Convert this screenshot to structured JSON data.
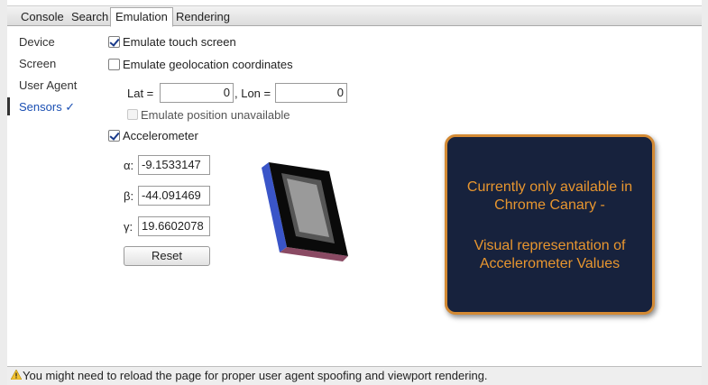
{
  "tabs": [
    {
      "label": "Console"
    },
    {
      "label": "Search"
    },
    {
      "label": "Emulation"
    },
    {
      "label": "Rendering"
    }
  ],
  "sidebar": {
    "items": [
      {
        "label": "Device"
      },
      {
        "label": "Screen"
      },
      {
        "label": "User Agent"
      },
      {
        "label": "Sensors ✓"
      }
    ],
    "selected": "Sensors ✓"
  },
  "sensors": {
    "touch": {
      "label": "Emulate touch screen",
      "checked": true
    },
    "geo": {
      "label": "Emulate geolocation coordinates",
      "checked": false,
      "lat_label": "Lat =",
      "lat_value": "0",
      "lon_label": ", Lon =",
      "lon_value": "0",
      "unavailable_label": "Emulate position unavailable",
      "unavailable_checked": false
    },
    "accelerometer": {
      "label": "Accelerometer",
      "checked": true,
      "alpha_label": "α:",
      "alpha_value": "-9.1533147",
      "beta_label": "β:",
      "beta_value": "-44.091469",
      "gamma_label": "γ:",
      "gamma_value": "19.6602078",
      "reset_label": "Reset"
    }
  },
  "callout": {
    "line1": "Currently only available in Chrome Canary -",
    "line2": "Visual representation of Accelerometer Values"
  },
  "status": {
    "text": "You might need to reload the page for proper user agent spoofing and viewport rendering."
  },
  "colors": {
    "callout_bg": "#17223d",
    "callout_border": "#d38a34",
    "callout_text": "#e8962f",
    "selected_sidebar": "#1a4fb3"
  }
}
